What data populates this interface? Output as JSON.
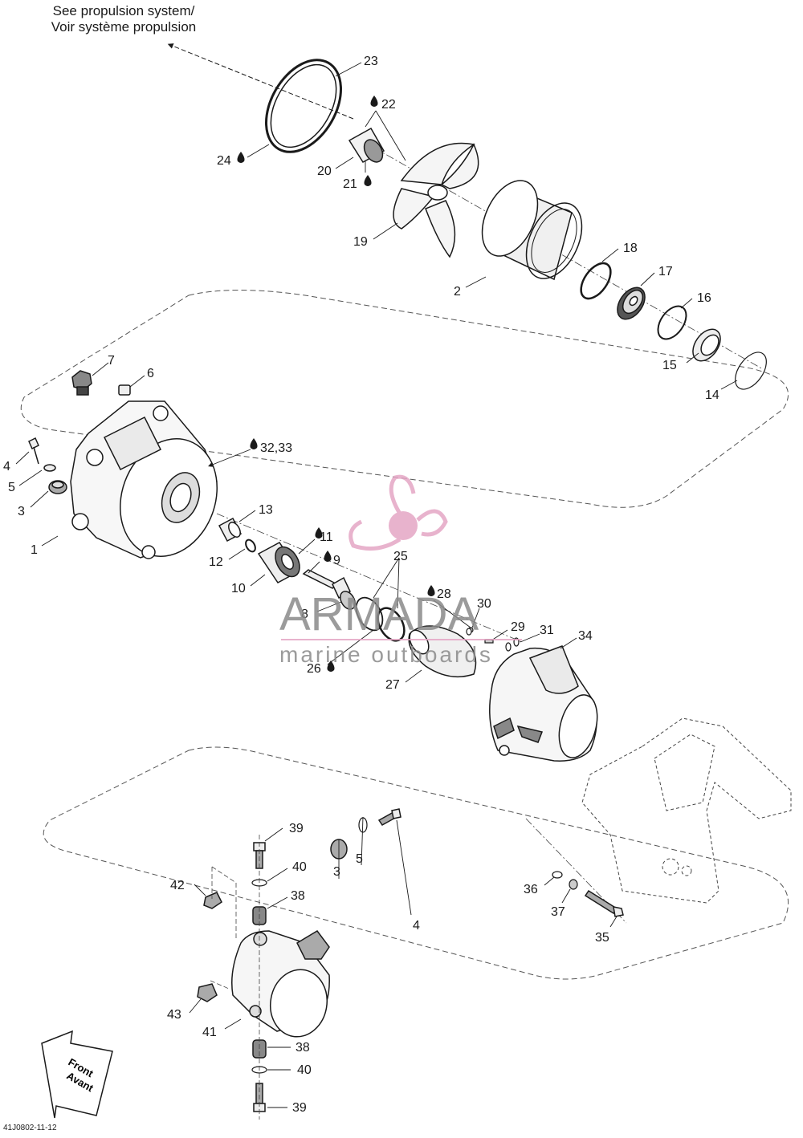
{
  "note": {
    "line1": "See propulsion system/",
    "line2": "Voir système propulsion"
  },
  "drawing_code": "41J0802-11-12",
  "watermark": {
    "name": "ARMADA",
    "tagline": "marine outboards",
    "color": "#e5a6c5"
  },
  "front_arrow": {
    "line1": "Front",
    "line2": "Avant"
  },
  "callouts": [
    "1",
    "2",
    "3",
    "4",
    "5",
    "6",
    "7",
    "8",
    "9",
    "10",
    "11",
    "12",
    "13",
    "14",
    "15",
    "16",
    "17",
    "18",
    "19",
    "20",
    "21",
    "22",
    "23",
    "24",
    "25",
    "26",
    "27",
    "28",
    "29",
    "30",
    "31",
    "32,33",
    "34",
    "35",
    "36",
    "37",
    "38",
    "39",
    "40",
    "41",
    "42",
    "43",
    "3",
    "4",
    "5",
    "38",
    "39",
    "40"
  ],
  "drop_icon": "oil-drop-icon"
}
